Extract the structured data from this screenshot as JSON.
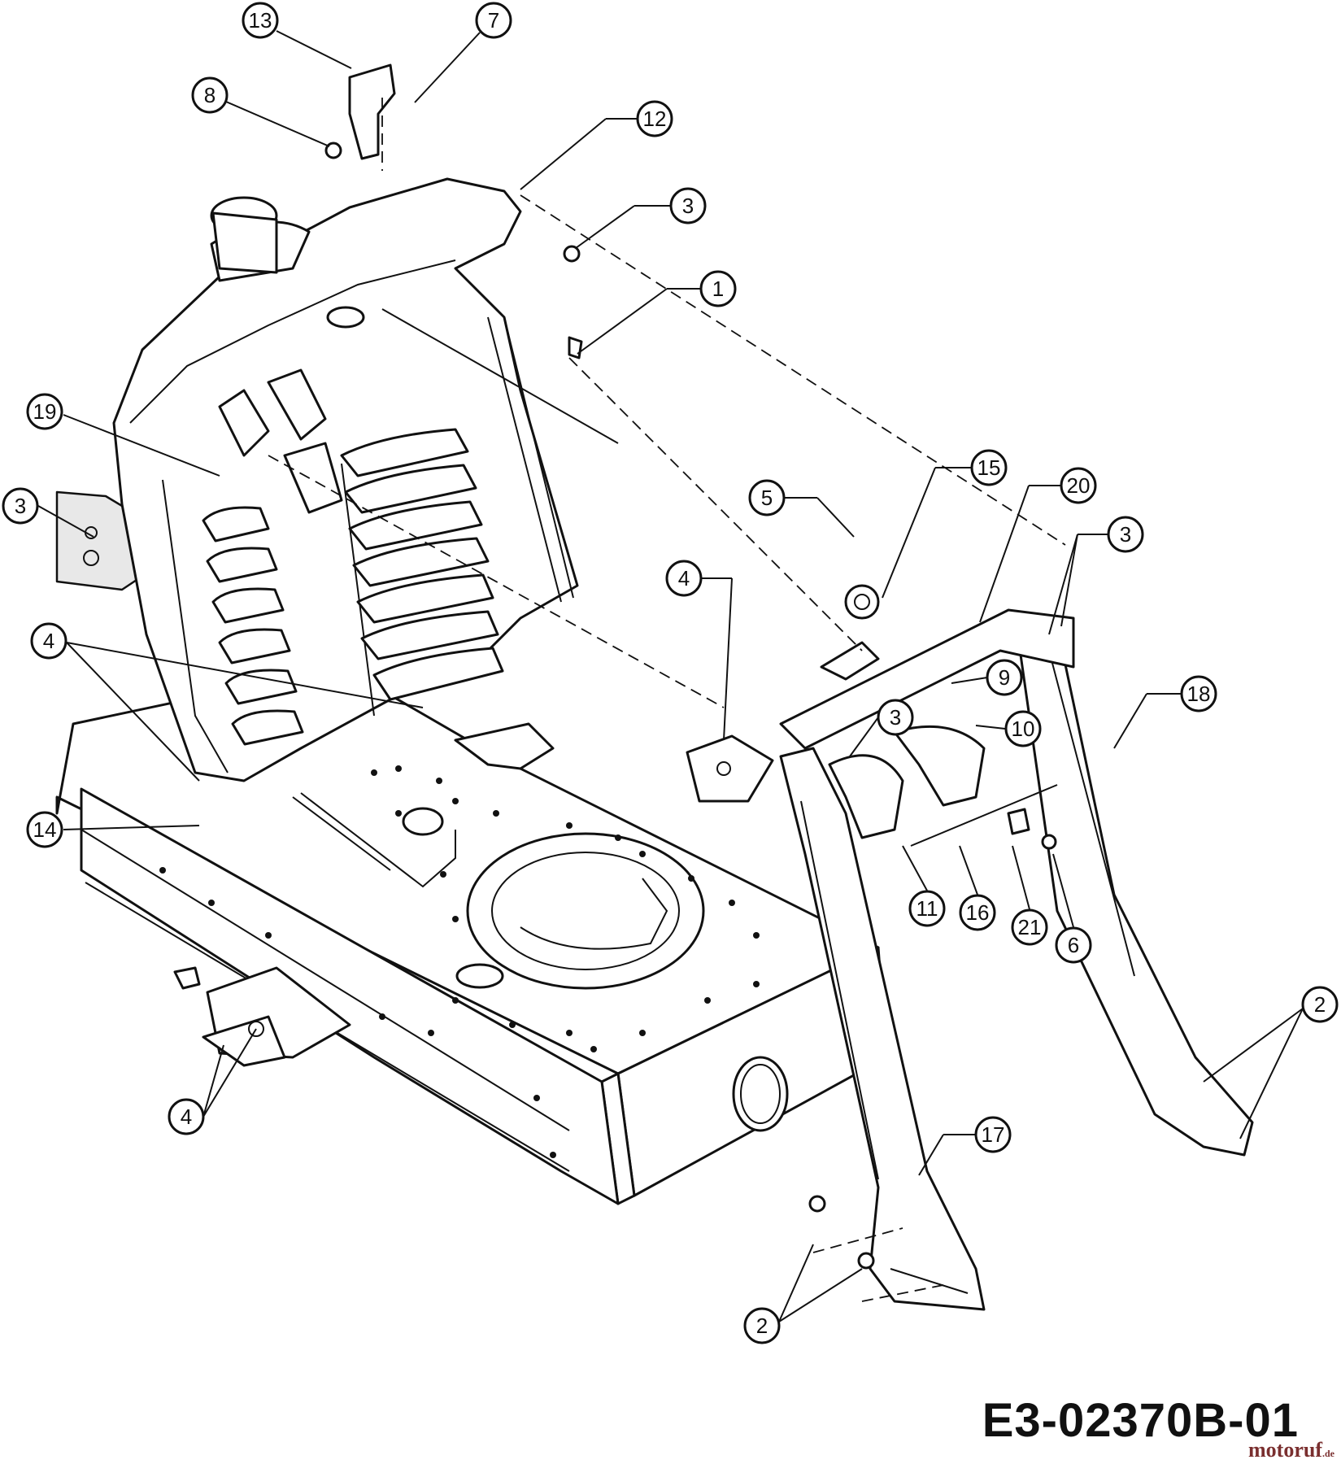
{
  "diagram": {
    "drawing_code": "E3-02370B-01",
    "watermark": {
      "name": "motoruf",
      "tld": ".de"
    },
    "callouts": [
      "13",
      "7",
      "8",
      "12",
      "3",
      "1",
      "19",
      "3",
      "4",
      "14",
      "4",
      "5",
      "15",
      "20",
      "3",
      "4",
      "9",
      "3",
      "10",
      "18",
      "11",
      "16",
      "21",
      "6",
      "2",
      "17",
      "2"
    ]
  }
}
